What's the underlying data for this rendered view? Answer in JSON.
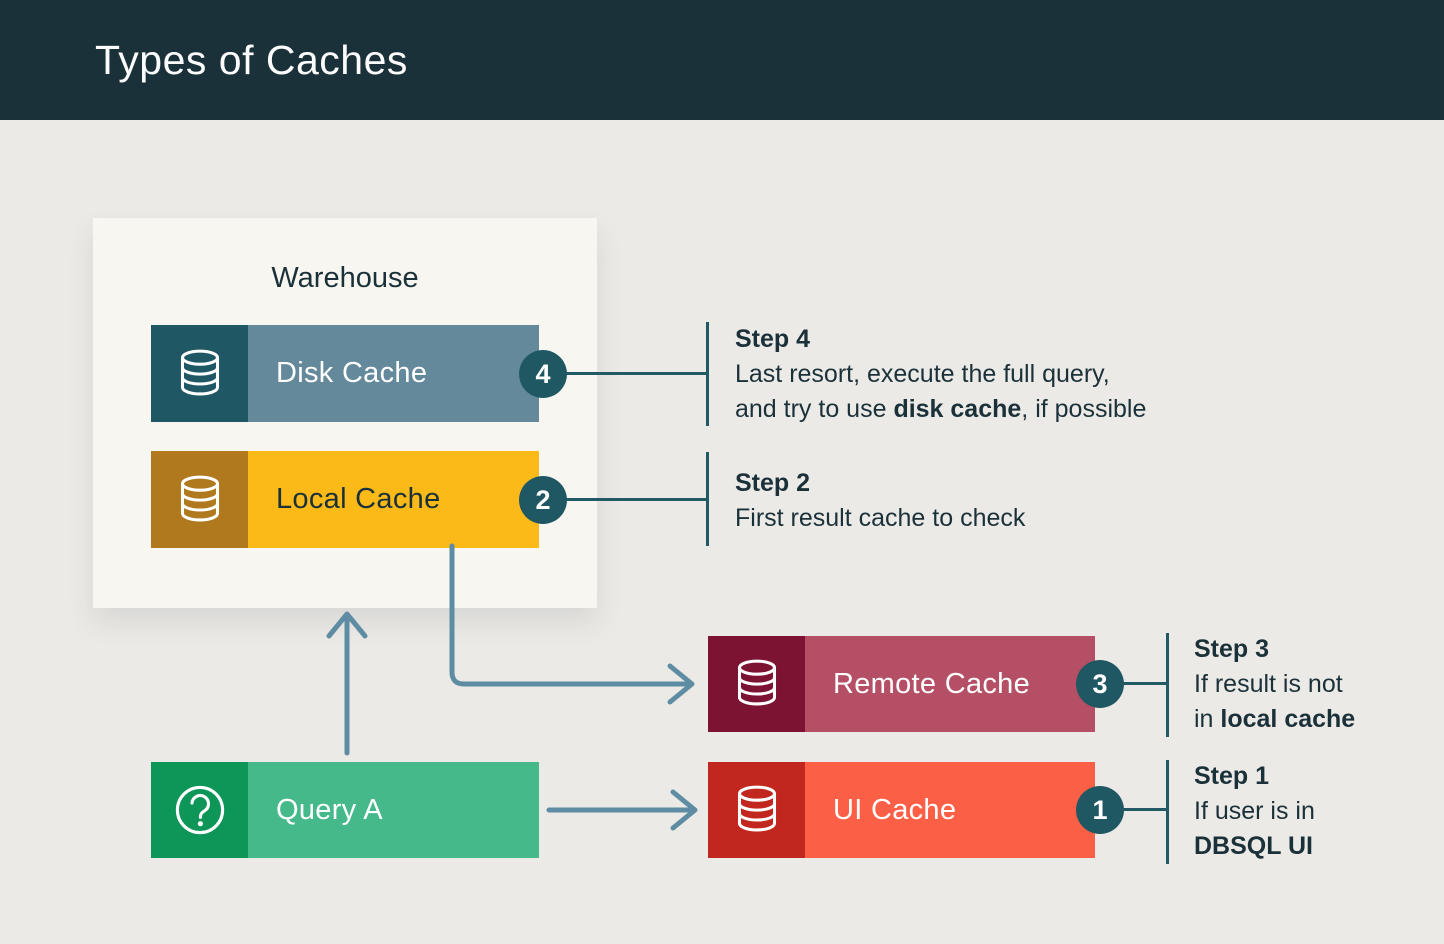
{
  "header": {
    "title": "Types of Caches"
  },
  "warehouse": {
    "label": "Warehouse"
  },
  "nodes": [
    {
      "id": "disk-cache",
      "label": "Disk Cache",
      "badge": "4",
      "icon": "database-icon",
      "icon_bg": "#1F5765",
      "bar_bg": "#64899B",
      "label_color": "#FFFFFF"
    },
    {
      "id": "local-cache",
      "label": "Local Cache",
      "badge": "2",
      "icon": "database-icon",
      "icon_bg": "#B0791D",
      "bar_bg": "#FBBA17",
      "label_color": "#1B3139"
    },
    {
      "id": "remote-cache",
      "label": "Remote Cache",
      "badge": "3",
      "icon": "database-icon",
      "icon_bg": "#7D1332",
      "bar_bg": "#B54F66",
      "label_color": "#FFFFFF"
    },
    {
      "id": "ui-cache",
      "label": "UI Cache",
      "badge": "1",
      "icon": "database-icon",
      "icon_bg": "#C1271E",
      "bar_bg": "#FB5F46",
      "label_color": "#FFFFFF"
    },
    {
      "id": "query-a",
      "label": "Query A",
      "badge": "",
      "icon": "question-icon",
      "icon_bg": "#0E9659",
      "bar_bg": "#45B98A",
      "label_color": "#FFFFFF"
    }
  ],
  "steps": [
    {
      "title": "Step 4",
      "body": [
        {
          "pre": "Last resort, execute the full query,",
          "bold": "",
          "post": ""
        },
        {
          "pre": "and try to use ",
          "bold": "disk cache",
          "post": ", if possible"
        }
      ]
    },
    {
      "title": "Step 2",
      "body": [
        {
          "pre": "First result cache to check",
          "bold": "",
          "post": ""
        }
      ]
    },
    {
      "title": "Step 3",
      "body": [
        {
          "pre": "If result is not",
          "bold": "",
          "post": ""
        },
        {
          "pre": "in ",
          "bold": "local cache",
          "post": ""
        }
      ]
    },
    {
      "title": "Step 1",
      "body": [
        {
          "pre": "If user is in",
          "bold": "",
          "post": ""
        },
        {
          "pre": "",
          "bold": "DBSQL UI",
          "post": ""
        }
      ]
    }
  ],
  "colors": {
    "headerBg": "#1B3139",
    "pageBg": "#ECEAE6",
    "panelBg": "#F8F6F1",
    "textDark": "#1B3139",
    "arrowColor": "#5E8CA3",
    "lineColor": "#215A64",
    "badgeBg": "#1F5762",
    "badgeText": "#FFFFFF"
  }
}
